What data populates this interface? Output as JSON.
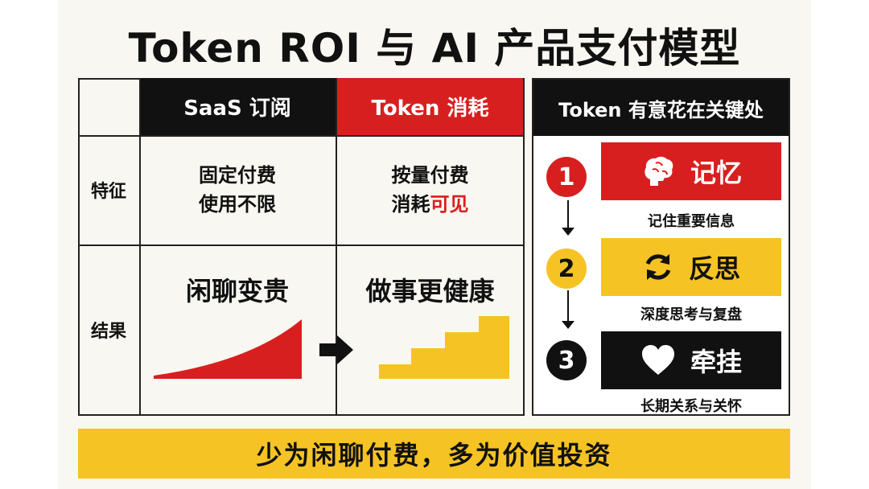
{
  "title": "Token ROI 与 AI 产品支付模型",
  "comparison": {
    "columns": [
      "SaaS 订阅",
      "Token 消耗"
    ],
    "rows": [
      {
        "label": "特征",
        "saas": [
          "固定付费",
          "使用不限"
        ],
        "token_line1": "按量付费",
        "token_line2_prefix": "消耗",
        "token_line2_highlight": "可见"
      },
      {
        "label": "结果",
        "saas": "闲聊变贵",
        "token": "做事更健康"
      }
    ]
  },
  "panel": {
    "title": "Token 有意花在关键处",
    "steps": [
      {
        "number": "1",
        "label": "记忆",
        "desc": "记住重要信息",
        "icon": "brain-icon",
        "color": "#d81f1f"
      },
      {
        "number": "2",
        "label": "反思",
        "desc": "深度思考与复盘",
        "icon": "refresh-icon",
        "color": "#f6c324"
      },
      {
        "number": "3",
        "label": "牵挂",
        "desc": "长期关系与关怀",
        "icon": "heart-icon",
        "color": "#111111"
      }
    ]
  },
  "footer": "少为闲聊付费，多为价值投资",
  "colors": {
    "red": "#d81f1f",
    "yellow": "#f6c324",
    "black": "#111111"
  }
}
